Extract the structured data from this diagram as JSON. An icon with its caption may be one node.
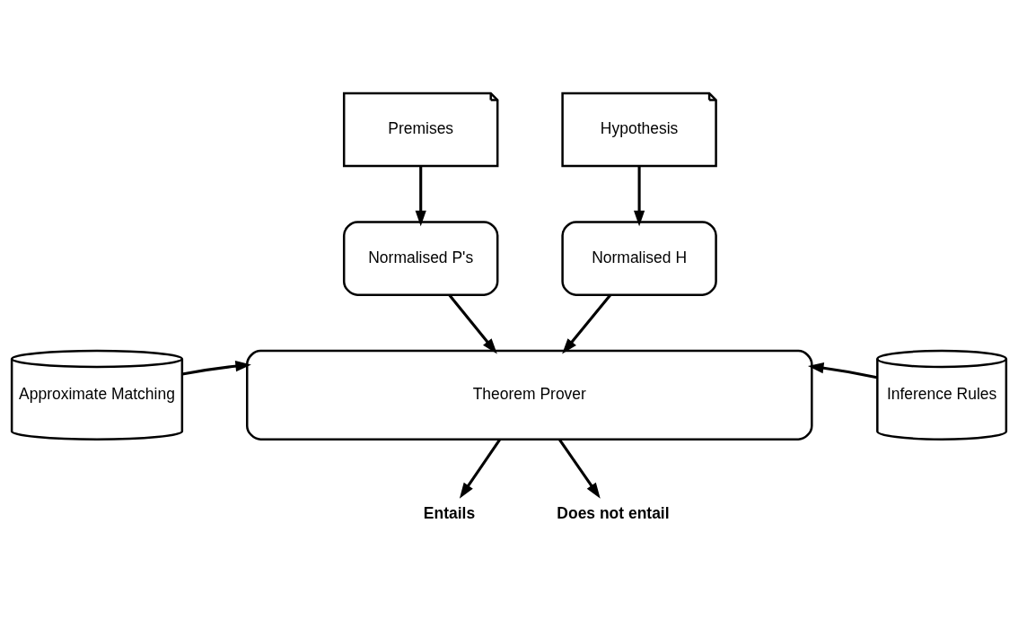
{
  "diagram": {
    "nodes": [
      {
        "text": [
          "Premises"
        ]
      },
      {
        "text": [
          "Hypothesis"
        ]
      },
      {
        "text": [
          "Normalised P's"
        ]
      },
      {
        "text": [
          "Normalised H"
        ]
      },
      {
        "text": [
          "Approximate Matching"
        ]
      },
      {
        "text": [
          "Theorem Prover"
        ]
      },
      {
        "text": [
          "Inference Rules"
        ]
      },
      {
        "text": [
          "Entails"
        ]
      },
      {
        "text": [
          "Does not entail"
        ]
      }
    ],
    "edges": [
      {
        "from": 0,
        "to": 2,
        "arrow": "to"
      },
      {
        "from": 1,
        "to": 3,
        "arrow": "to"
      },
      {
        "from": 2,
        "to": 5,
        "arrow": "to"
      },
      {
        "from": 3,
        "to": 5,
        "arrow": "to"
      },
      {
        "from": 4,
        "to": 5,
        "arrow": "to"
      },
      {
        "from": 6,
        "to": 5,
        "arrow": "to"
      },
      {
        "from": 5,
        "to": 7,
        "arrow": "to"
      },
      {
        "from": 5,
        "to": 8,
        "arrow": "to"
      }
    ]
  }
}
